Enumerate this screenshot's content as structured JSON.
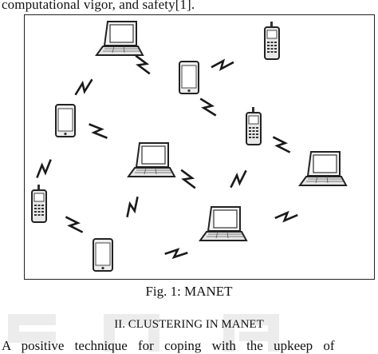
{
  "page": {
    "top_line": "computational vigor, and safety[1].",
    "figure_caption": "Fig. 1: MANET",
    "section_heading": "II.   CLUSTERING IN MANET",
    "bottom_line": "A positive technique for coping with the upkeep of"
  },
  "figure": {
    "devices": [
      {
        "id": "laptop-top",
        "type": "laptop"
      },
      {
        "id": "phone-top-right",
        "type": "cellphone"
      },
      {
        "id": "tablet-top-center",
        "type": "tablet"
      },
      {
        "id": "tablet-left",
        "type": "tablet"
      },
      {
        "id": "cellphone-center-right",
        "type": "cellphone"
      },
      {
        "id": "laptop-center",
        "type": "laptop"
      },
      {
        "id": "laptop-right",
        "type": "laptop"
      },
      {
        "id": "cellphone-left",
        "type": "cellphone"
      },
      {
        "id": "laptop-bottom-center",
        "type": "laptop"
      },
      {
        "id": "tablet-bottom",
        "type": "tablet"
      }
    ],
    "links_icon": "lightning-zigzag-icon"
  }
}
